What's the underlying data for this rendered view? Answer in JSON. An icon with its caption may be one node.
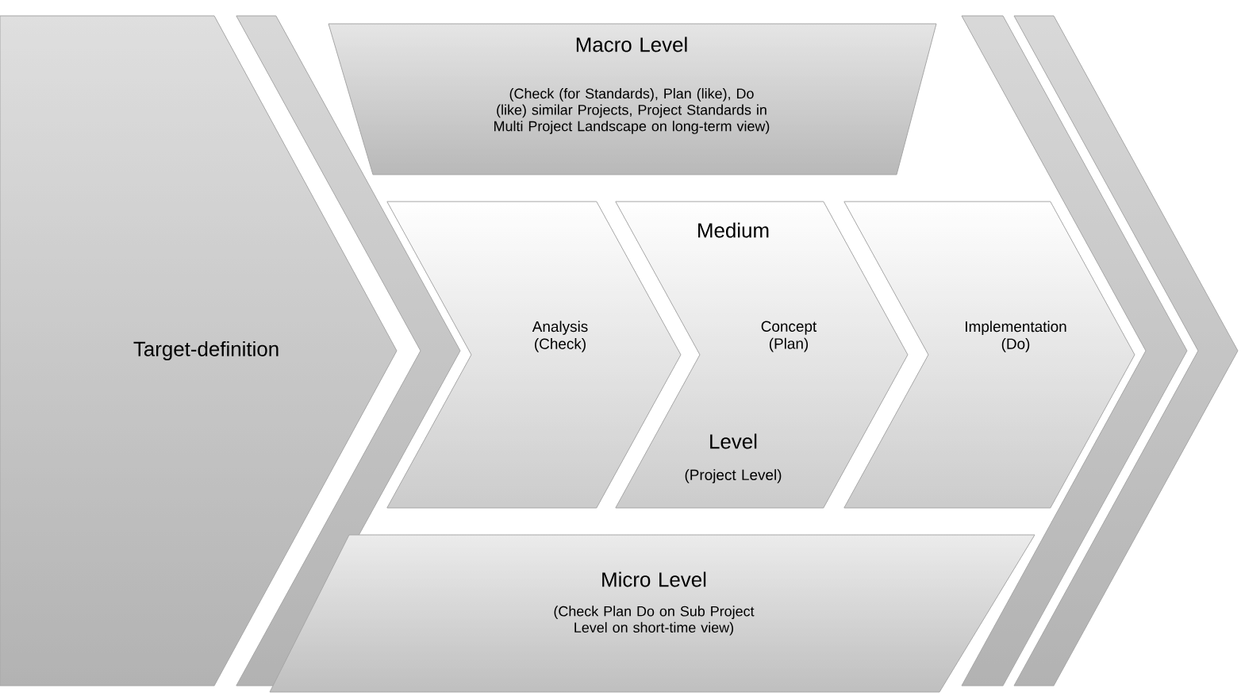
{
  "diagram": {
    "nodes": [
      {
        "text": [
          "Target-definition"
        ]
      },
      {
        "text": [],
        "shape": "chevron"
      },
      {
        "text": [
          "Macro Level",
          "(Check (for Standards), Plan (like), Do (like) similar Projects, Project Standards in Multi Project Landscape on long-term view)"
        ]
      },
      {
        "text": [
          "Analysis (Check)"
        ]
      },
      {
        "text": [
          "Medium",
          "Concept (Plan)",
          "Level",
          "(Project Level)"
        ]
      },
      {
        "text": [
          "Implementation (Do)"
        ]
      },
      {
        "text": [
          "Micro Level",
          "(Check Plan Do on Sub Project Level on short-time view)"
        ]
      },
      {
        "text": [],
        "shape": "chevron"
      },
      {
        "text": [],
        "shape": "chevron"
      }
    ]
  }
}
